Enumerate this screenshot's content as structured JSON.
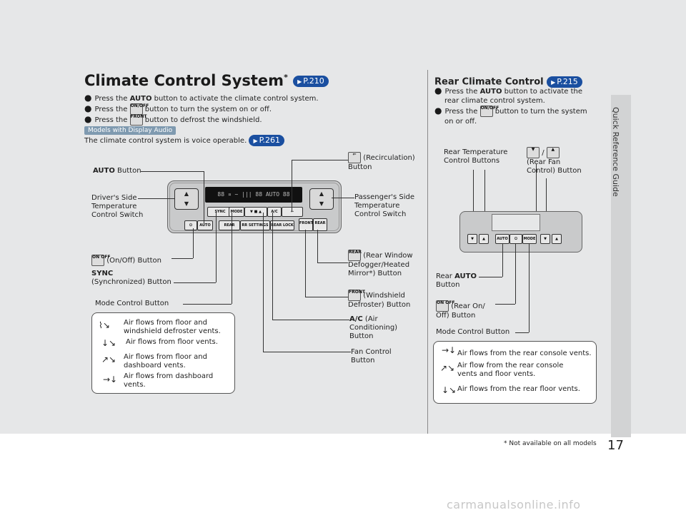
{
  "page": {
    "side_tab": "Quick Reference Guide",
    "page_number": "17",
    "footnote": "* Not available on all models",
    "watermark": "carmanualsonline.info"
  },
  "left": {
    "title": "Climate Control System",
    "title_mark": "*",
    "title_ref": "P.210",
    "bullets": [
      {
        "pre": "Press the ",
        "bold": "AUTO",
        "post": " button to activate the climate control system."
      },
      {
        "pre": "Press the ",
        "icon": "ON/OFF",
        "post": " button to turn the system on or off."
      },
      {
        "pre": "Press the ",
        "icon": "FRONT",
        "post": " button to defrost the windshield."
      }
    ],
    "models_tag": "Models with Display Audio",
    "voice_text": "The climate control system is voice operable.",
    "voice_ref": "P.261",
    "labels": {
      "auto_button_bold": "AUTO",
      "auto_button_rest": " Button",
      "driver_side": [
        "Driver's Side",
        "Temperature",
        "Control Switch"
      ],
      "onoff_button": "(On/Off) Button",
      "sync_bold": "SYNC",
      "sync_rest": "(Synchronized) Button",
      "mode_control": "Mode Control Button",
      "recirculation": [
        "(Recirculation)",
        "Button"
      ],
      "passenger_side": [
        "Passenger's Side",
        "Temperature",
        "Control Switch"
      ],
      "rear_window": [
        "(Rear Window",
        "Defogger/Heated",
        "Mirror*) Button"
      ],
      "windshield": [
        "(Windshield",
        "Defroster) Button"
      ],
      "ac_bold": "A/C",
      "ac_rest": [
        "(Air",
        "Conditioning)",
        "Button"
      ],
      "fan_control": [
        "Fan Control",
        "Button"
      ]
    },
    "legend": [
      {
        "icon": "defrost-floor-icon",
        "text": [
          "Air flows from floor and",
          "windshield defroster vents."
        ]
      },
      {
        "icon": "floor-icon",
        "text": [
          "Air flows from floor vents."
        ]
      },
      {
        "icon": "floor-dash-icon",
        "text": [
          "Air flows from floor and",
          "dashboard vents."
        ]
      },
      {
        "icon": "dash-icon",
        "text": [
          "Air flows from dashboard",
          "vents."
        ]
      }
    ],
    "panel": {
      "display": "88 ¤ ~ ||| 88 AUTO 88",
      "sync": "SYNC",
      "mode": "MODE",
      "ac": "A/C",
      "auto": "AUTO",
      "rear": "REAR",
      "rr_setting": "RR SETTINGS",
      "rear_lock": "REAR LOCK",
      "front": "FRONT",
      "rear_def": "REAR"
    }
  },
  "right": {
    "title": "Rear Climate Control",
    "title_ref": "P.215",
    "bullets": [
      {
        "pre": "Press the ",
        "bold": "AUTO",
        "post": " button to activate the",
        "line2": "rear climate control system."
      },
      {
        "pre": "Press the ",
        "icon": "ON/OFF",
        "post": " button to turn the system",
        "line2": "on or off."
      }
    ],
    "labels": {
      "rear_temp": [
        "Rear Temperature",
        "Control Buttons"
      ],
      "rear_fan": [
        "(Rear Fan",
        "Control) Button"
      ],
      "rear_auto_pre": "Rear ",
      "rear_auto_bold": "AUTO",
      "rear_auto_rest": "Button",
      "rear_onoff": [
        "(Rear On/",
        "Off) Button"
      ],
      "mode_control": "Mode Control Button",
      "slash": "/"
    },
    "legend": [
      {
        "icon": "rear-console-icon",
        "text": [
          "Air flows from the rear console vents."
        ]
      },
      {
        "icon": "rear-console-floor-icon",
        "text": [
          "Air flow from the rear console",
          "vents and floor vents."
        ]
      },
      {
        "icon": "rear-floor-icon",
        "text": [
          "Air flows from the rear floor vents."
        ]
      }
    ],
    "panel": {
      "auto": "AUTO",
      "mode": "MODE"
    }
  }
}
